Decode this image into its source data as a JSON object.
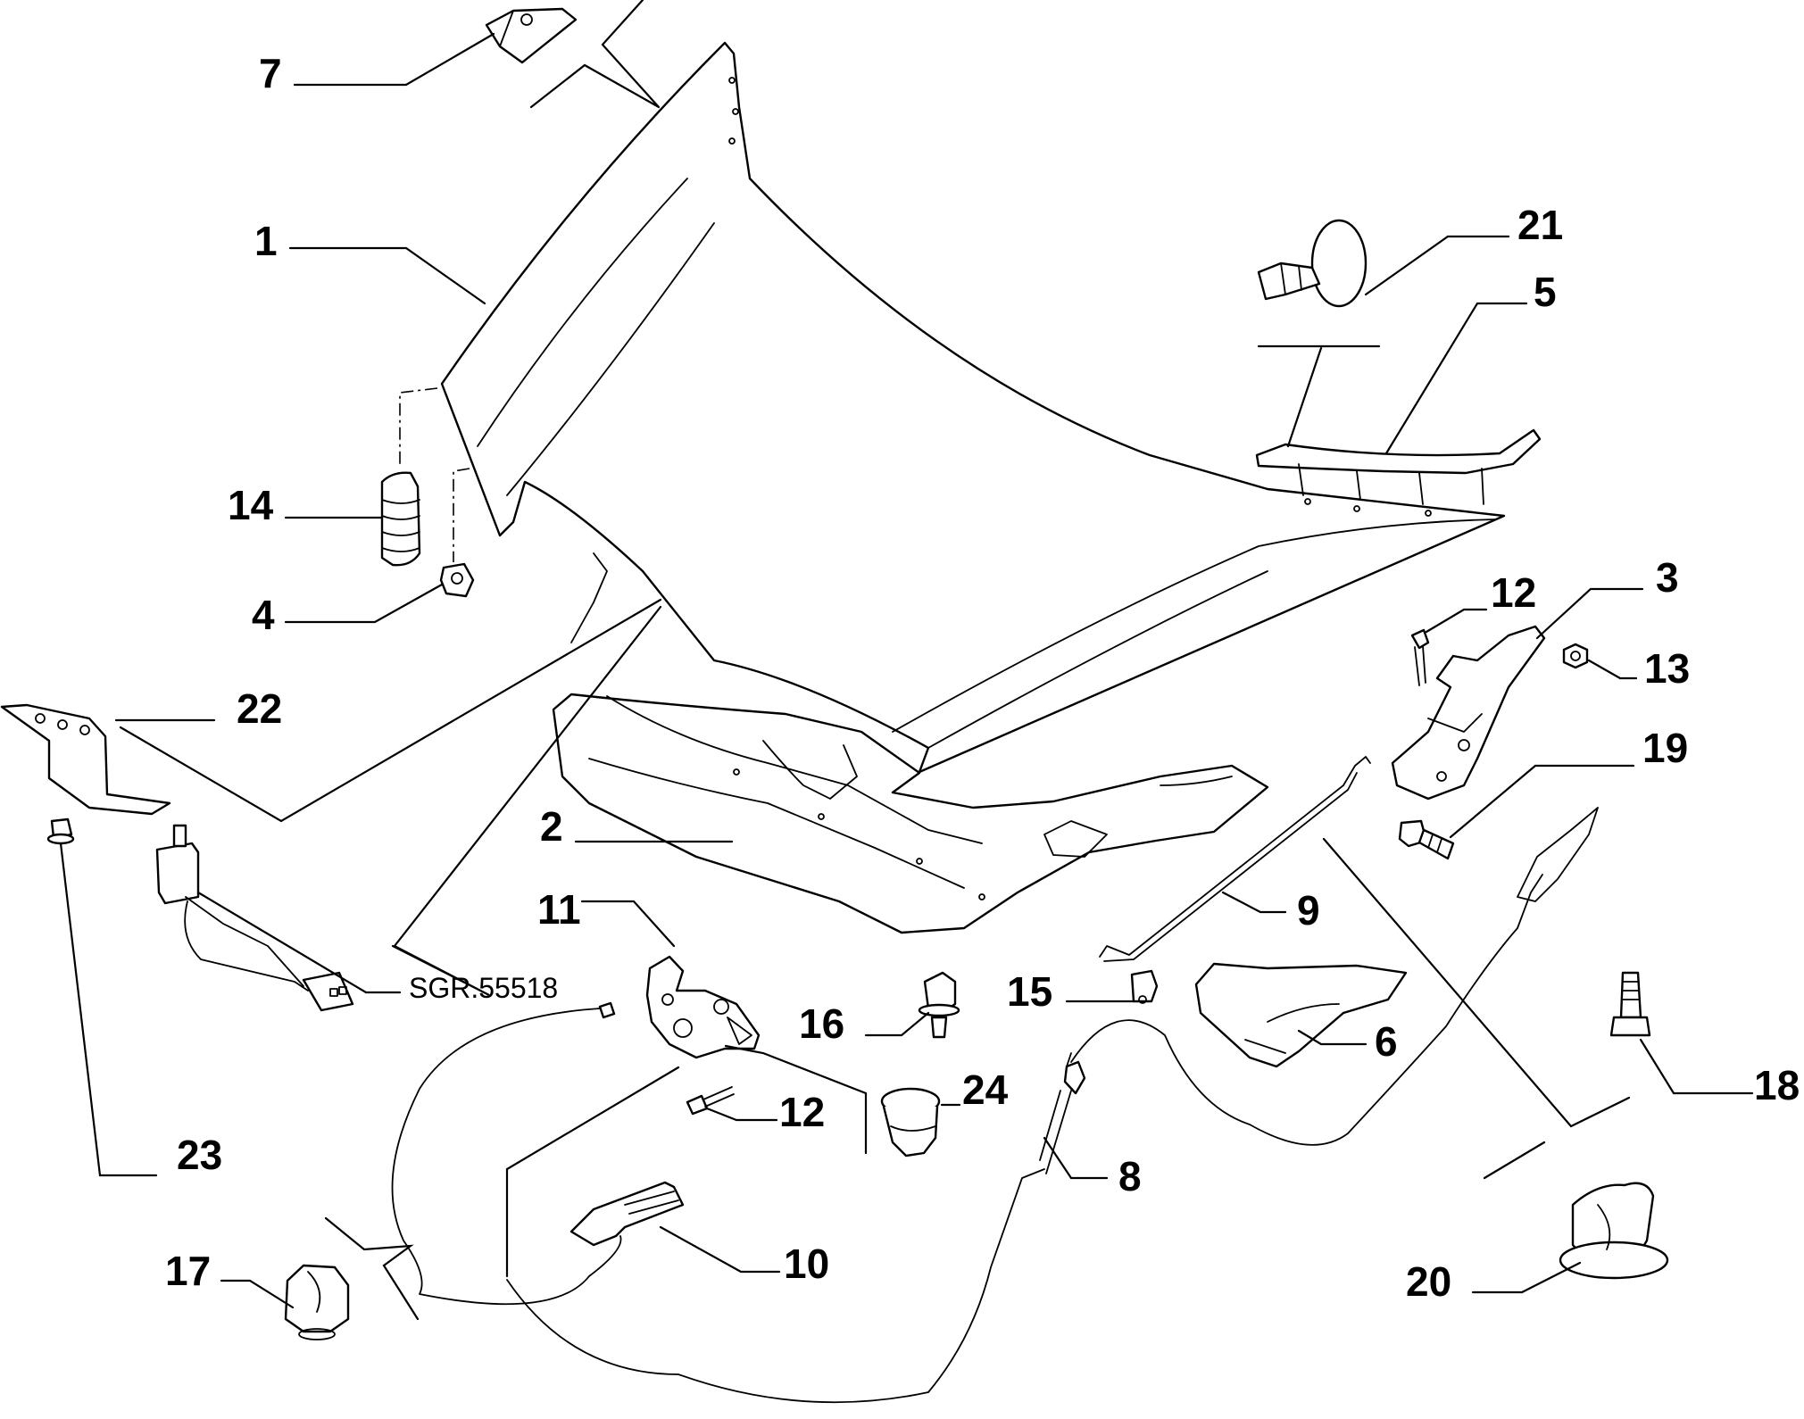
{
  "callouts": {
    "c1": "1",
    "c2": "2",
    "c3": "3",
    "c4": "4",
    "c5": "5",
    "c6": "6",
    "c7": "7",
    "c8": "8",
    "c9": "9",
    "c10": "10",
    "c11": "11",
    "c12a": "12",
    "c12b": "12",
    "c13": "13",
    "c14": "14",
    "c15": "15",
    "c16": "16",
    "c17": "17",
    "c18": "18",
    "c19": "19",
    "c20": "20",
    "c21": "21",
    "c22": "22",
    "c23": "23",
    "c24": "24"
  },
  "reference_label": "SGR.55518"
}
